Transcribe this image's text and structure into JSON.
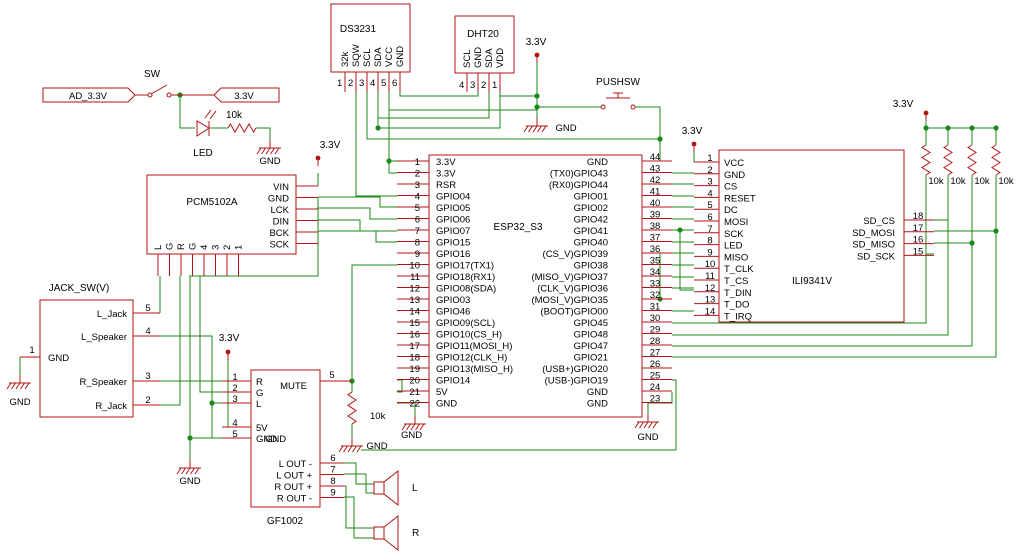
{
  "power": {
    "v33": "3.3V",
    "gnd": "GND",
    "ad33": "AD_3.3V"
  },
  "sw": {
    "label": "SW"
  },
  "led": {
    "label": "LED",
    "res": "10k"
  },
  "pushsw": {
    "label": "PUSHSW"
  },
  "ds3231": {
    "title": "DS3231",
    "pins": [
      "32k",
      "SQW",
      "SCL",
      "SDA",
      "VCC",
      "GND"
    ],
    "nums": [
      "1",
      "2",
      "3",
      "4",
      "5",
      "6"
    ]
  },
  "dht20": {
    "title": "DHT20",
    "pins": [
      "SCL",
      "GND",
      "SDA",
      "VDD"
    ],
    "nums": [
      "4",
      "3",
      "2",
      "1"
    ]
  },
  "pcm": {
    "title": "PCM5102A",
    "right_pins": [
      "VIN",
      "GND",
      "LCK",
      "DIN",
      "BCK",
      "SCK"
    ],
    "bottom_pins": [
      "L",
      "G",
      "R",
      "G",
      "4",
      "3",
      "2",
      "1"
    ]
  },
  "jack": {
    "title": "JACK_SW(V)",
    "gnd": "GND",
    "pin1": "1",
    "rows": [
      {
        "name": "L_Jack",
        "num": "5"
      },
      {
        "name": "L_Speaker",
        "num": "4"
      },
      {
        "name": "R_Speaker",
        "num": "3"
      },
      {
        "name": "R_Jack",
        "num": "2"
      }
    ]
  },
  "gf": {
    "title": "GF1002",
    "mute": "MUTE",
    "mute_num": "5",
    "left": [
      {
        "num": "1",
        "name": "R"
      },
      {
        "num": "2",
        "name": "G"
      },
      {
        "num": "3",
        "name": "L"
      },
      {
        "num": "4",
        "name": "5V"
      },
      {
        "num": "5",
        "name": "GND"
      }
    ],
    "right": [
      {
        "num": "6",
        "name": "L OUT -"
      },
      {
        "num": "7",
        "name": "L OUT +"
      },
      {
        "num": "8",
        "name": "R OUT +"
      },
      {
        "num": "9",
        "name": "R OUT -"
      }
    ],
    "spk_l": "L",
    "spk_r": "R",
    "res": "10k"
  },
  "esp": {
    "title": "ESP32_S3",
    "left": [
      {
        "num": "1",
        "name": "3.3V"
      },
      {
        "num": "2",
        "name": "3.3V"
      },
      {
        "num": "3",
        "name": "RSR"
      },
      {
        "num": "4",
        "name": "GPIO04"
      },
      {
        "num": "5",
        "name": "GPIO05"
      },
      {
        "num": "6",
        "name": "GPIO06"
      },
      {
        "num": "7",
        "name": "GPIO07"
      },
      {
        "num": "8",
        "name": "GPIO15"
      },
      {
        "num": "9",
        "name": "GPIO16"
      },
      {
        "num": "10",
        "name": "GPIO17(TX1)"
      },
      {
        "num": "11",
        "name": "GPIO18(RX1)"
      },
      {
        "num": "12",
        "name": "GPIO08(SDA)"
      },
      {
        "num": "13",
        "name": "GPIO03"
      },
      {
        "num": "14",
        "name": "GPIO46"
      },
      {
        "num": "15",
        "name": "GPIO09(SCL)"
      },
      {
        "num": "16",
        "name": "GPIO10(CS_H)"
      },
      {
        "num": "17",
        "name": "GPIO11(MOSI_H)"
      },
      {
        "num": "18",
        "name": "GPIO12(CLK_H)"
      },
      {
        "num": "19",
        "name": "GPIO13(MISO_H)"
      },
      {
        "num": "20",
        "name": "GPIO14"
      },
      {
        "num": "21",
        "name": "5V"
      },
      {
        "num": "22",
        "name": "GND"
      }
    ],
    "right": [
      {
        "num": "44",
        "name": "GND"
      },
      {
        "num": "43",
        "name": "(TX0)GPIO43"
      },
      {
        "num": "42",
        "name": "(RX0)GPIO44"
      },
      {
        "num": "41",
        "name": "GPIO01"
      },
      {
        "num": "40",
        "name": "GPIO02"
      },
      {
        "num": "39",
        "name": "GPIO42"
      },
      {
        "num": "38",
        "name": "GPIO41"
      },
      {
        "num": "37",
        "name": "GPIO40"
      },
      {
        "num": "36",
        "name": "(CS_V)GPIO39"
      },
      {
        "num": "35",
        "name": "GPIO38"
      },
      {
        "num": "34",
        "name": "(MISO_V)GPIO37"
      },
      {
        "num": "33",
        "name": "(CLK_V)GPIO36"
      },
      {
        "num": "32",
        "name": "(MOSI_V)GPIO35"
      },
      {
        "num": "31",
        "name": "(BOOT)GPIO00"
      },
      {
        "num": "30",
        "name": "GPIO45"
      },
      {
        "num": "29",
        "name": "GPIO48"
      },
      {
        "num": "28",
        "name": "GPIO47"
      },
      {
        "num": "27",
        "name": "GPIO21"
      },
      {
        "num": "26",
        "name": "(USB+)GPIO20"
      },
      {
        "num": "25",
        "name": "(USB-)GPIO19"
      },
      {
        "num": "24",
        "name": "GND"
      },
      {
        "num": "23",
        "name": "GND"
      }
    ]
  },
  "ili": {
    "title": "ILI9341V",
    "left": [
      {
        "num": "1",
        "name": "VCC"
      },
      {
        "num": "2",
        "name": "GND"
      },
      {
        "num": "3",
        "name": "CS"
      },
      {
        "num": "4",
        "name": "RESET"
      },
      {
        "num": "5",
        "name": "DC"
      },
      {
        "num": "6",
        "name": "MOSI"
      },
      {
        "num": "7",
        "name": "SCK"
      },
      {
        "num": "8",
        "name": "LED"
      },
      {
        "num": "9",
        "name": "MISO"
      },
      {
        "num": "10",
        "name": "T_CLK"
      },
      {
        "num": "11",
        "name": "T_CS"
      },
      {
        "num": "12",
        "name": "T_DIN"
      },
      {
        "num": "13",
        "name": "T_DO"
      },
      {
        "num": "14",
        "name": "T_IRQ"
      }
    ],
    "sd": [
      {
        "num": "18",
        "name": "SD_CS"
      },
      {
        "num": "17",
        "name": "SD_MOSI"
      },
      {
        "num": "16",
        "name": "SD_MISO"
      },
      {
        "num": "15",
        "name": "SD_SCK"
      }
    ],
    "res": [
      "10k",
      "10k",
      "10k",
      "10k"
    ]
  }
}
